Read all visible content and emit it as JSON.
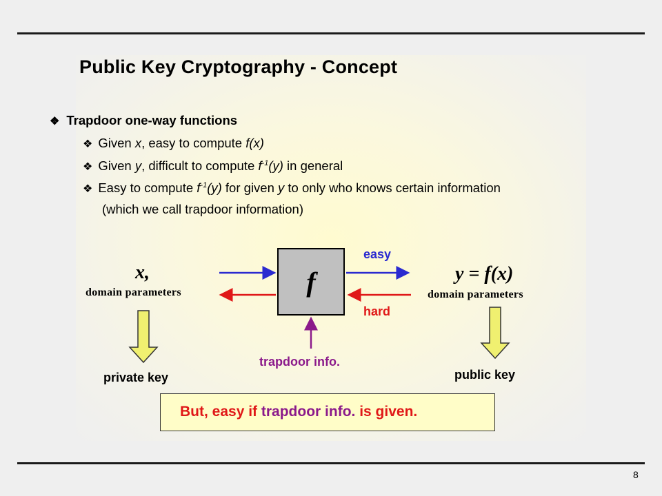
{
  "slide": {
    "title": "Public Key Cryptography - Concept",
    "page_number": "8"
  },
  "bullets": {
    "level1": "Trapdoor one-way functions",
    "line1": {
      "a": "Given ",
      "b": "x",
      "c": ", easy to compute ",
      "d": "f(x)"
    },
    "line2": {
      "a": "Given ",
      "b": "y",
      "c": ", difficult to compute ",
      "d": "f",
      "sup": "-1",
      "e": "(y)",
      "f": " in general"
    },
    "line3": {
      "a": "Easy to compute ",
      "b": "f",
      "sup": "-1",
      "c": "(y)",
      "d": " for given ",
      "e": "y",
      "f": " to only who knows certain information"
    },
    "line3_cont": "(which we call trapdoor information)",
    "symbol": "❖"
  },
  "diagram": {
    "function_label": "f",
    "input_label": "x,",
    "input_sub": "domain parameters",
    "output_label": "y = f(x)",
    "output_sub": "domain parameters",
    "easy_label": "easy",
    "hard_label": "hard",
    "trapdoor_label": "trapdoor info.",
    "private_key_label": "private key",
    "public_key_label": "public key",
    "colors": {
      "easy": "#2a2ad0",
      "hard": "#e01818",
      "trapdoor": "#8b1a8b",
      "key_arrow": "#f0f070"
    }
  },
  "note": {
    "part1": "But, easy if ",
    "part2": "trapdoor info.",
    "part3": " is given."
  }
}
